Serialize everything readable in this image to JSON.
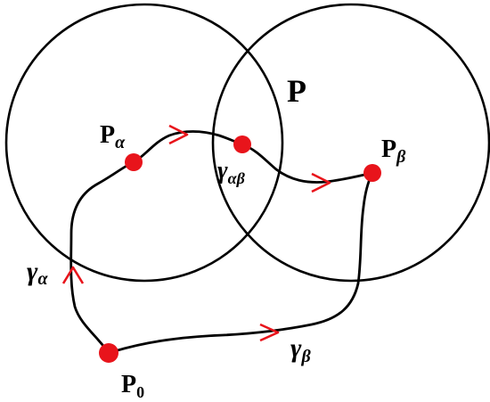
{
  "colors": {
    "stroke": "#000000",
    "point": "#e8141b",
    "arrow": "#e8141b",
    "background": "#ffffff"
  },
  "labels": {
    "region": "P",
    "p_alpha_base": "P",
    "p_alpha_sub": "α",
    "p_beta_base": "P",
    "p_beta_sub": "β",
    "p_zero_base": "P",
    "p_zero_sub": "0",
    "gamma_alpha_base": "γ",
    "gamma_alpha_sub": "α",
    "gamma_beta_base": "γ",
    "gamma_beta_sub": "β",
    "gamma_ab_base": "γ",
    "gamma_ab_sub": "αβ"
  }
}
